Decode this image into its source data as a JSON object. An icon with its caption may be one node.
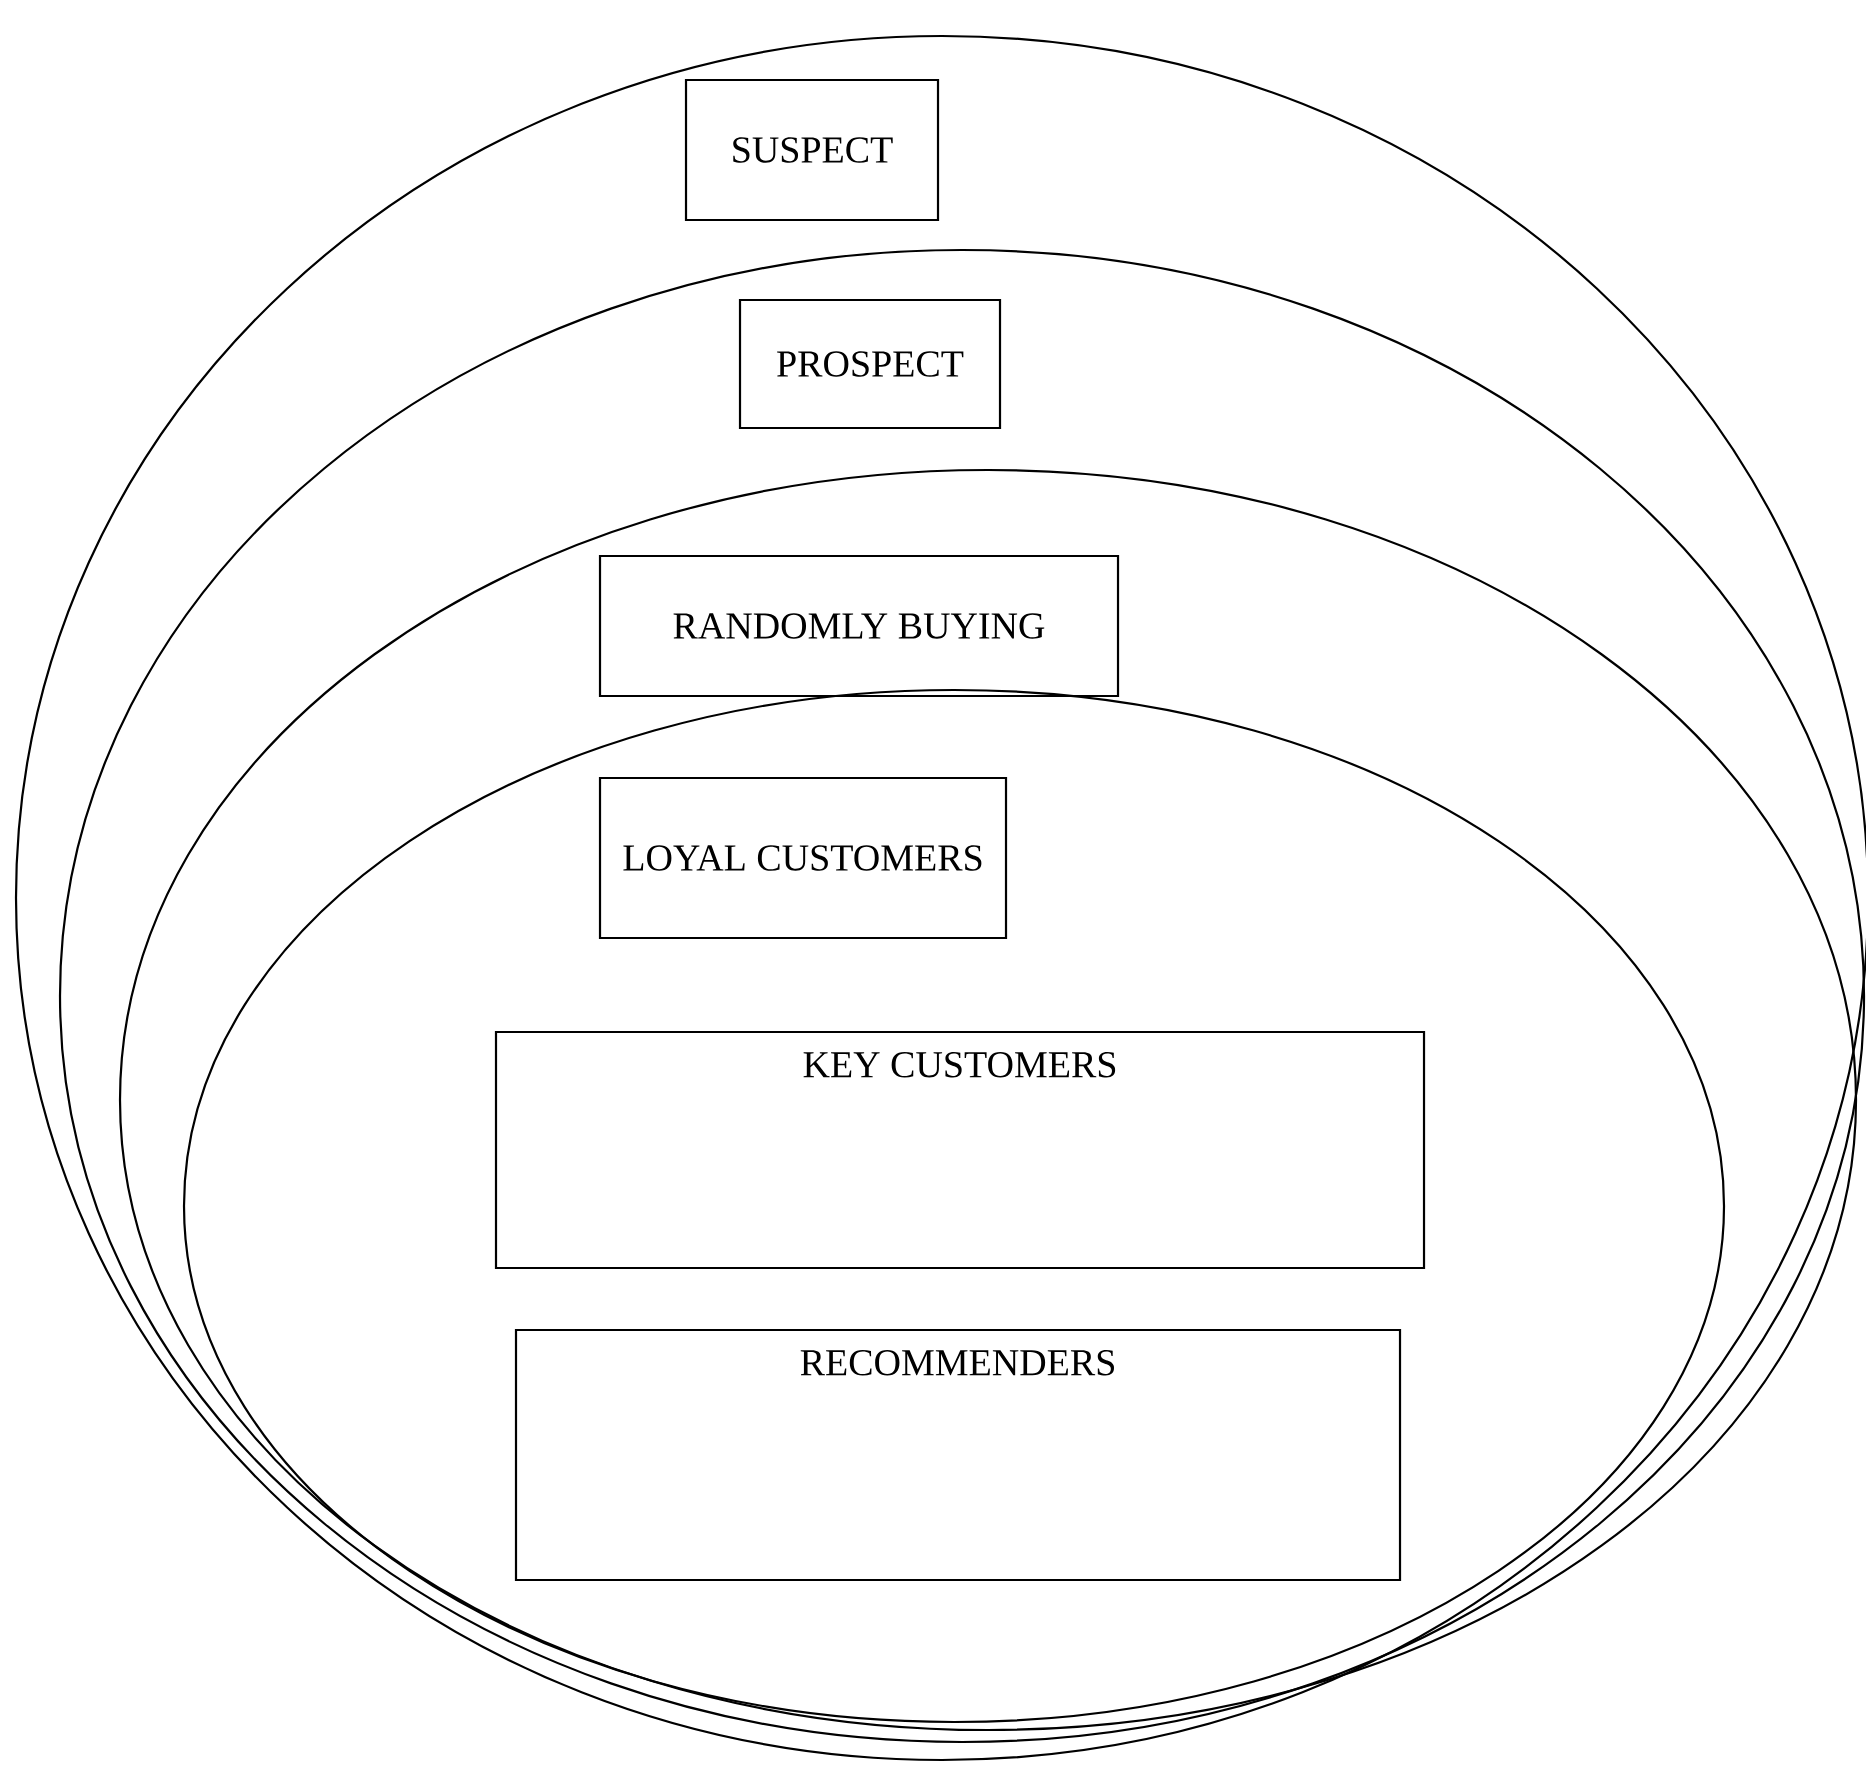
{
  "diagram": {
    "nodes": [
      {
        "text": [],
        "shape": "ellipse"
      },
      {
        "text": [
          "SUSPECT"
        ],
        "in": 0
      },
      {
        "text": [],
        "shape": "ellipse",
        "in": 0
      },
      {
        "text": [
          "PROSPECT"
        ],
        "in": 2
      },
      {
        "text": [],
        "shape": "ellipse",
        "in": 2
      },
      {
        "text": [
          "RANDOMLY BUYING"
        ],
        "in": 4
      },
      {
        "text": [],
        "shape": "ellipse",
        "in": 4
      },
      {
        "text": [
          "LOYAL CUSTOMERS"
        ],
        "in": 6
      },
      {
        "text": [
          "KEY CUSTOMERS"
        ],
        "in": 6
      },
      {
        "text": [
          "RECOMMENDERS"
        ],
        "in": 6
      }
    ]
  }
}
